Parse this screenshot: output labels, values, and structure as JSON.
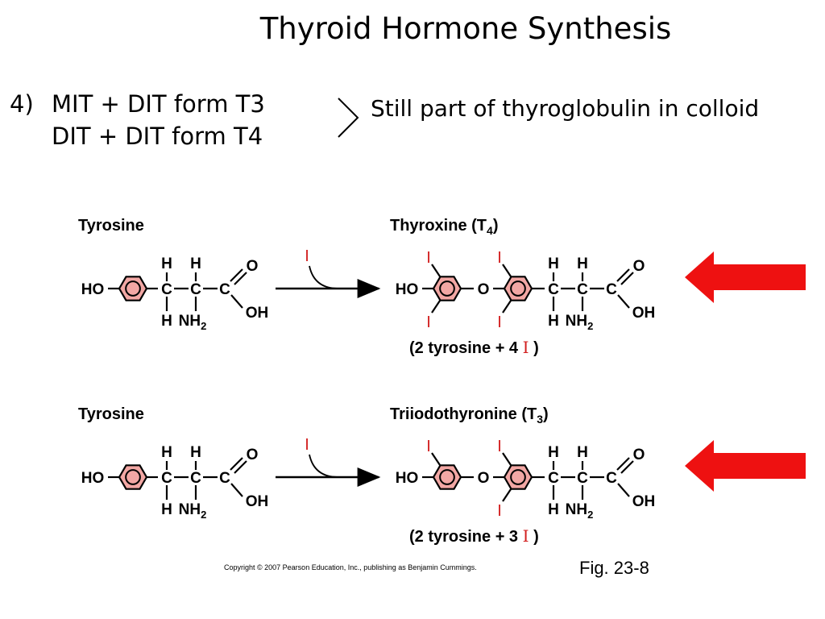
{
  "title": "Thyroid Hormone Synthesis",
  "step": {
    "number": "4)",
    "line1": "MIT + DIT form T3",
    "line2": "DIT + DIT form  T4",
    "note": "Still part of thyroglobulin in colloid"
  },
  "figure": {
    "rows": [
      {
        "reactant": "Tyrosine",
        "product_name": "Thyroxine (T",
        "product_sub": "4",
        "product_close": ")",
        "reagent": "I",
        "caption_pre": "(2 tyrosine + 4 ",
        "caption_i": "I",
        "caption_post": " )",
        "left_iodines": [
          "I",
          "I"
        ],
        "right_iodines": [
          "I",
          "I"
        ]
      },
      {
        "reactant": "Tyrosine",
        "product_name": "Triiodothyronine (T",
        "product_sub": "3",
        "product_close": ")",
        "reagent": "I",
        "caption_pre": "(2 tyrosine + 3 ",
        "caption_i": "I",
        "caption_post": " )",
        "left_iodines": [
          "I"
        ],
        "right_iodines": [
          "I",
          "I"
        ]
      }
    ],
    "atoms": {
      "ho": "HO",
      "o": "O",
      "c": "C",
      "h": "H",
      "oh": "OH",
      "nh": "NH",
      "sub2": "2"
    },
    "copyright": "Copyright © 2007 Pearson Education, Inc., publishing as Benjamin Cummings.",
    "fig_number": "Fig. 23-8"
  },
  "colors": {
    "iodine": "#d21f1f",
    "ring_fill": "#f2a7a4",
    "arrow": "#ee1111"
  }
}
